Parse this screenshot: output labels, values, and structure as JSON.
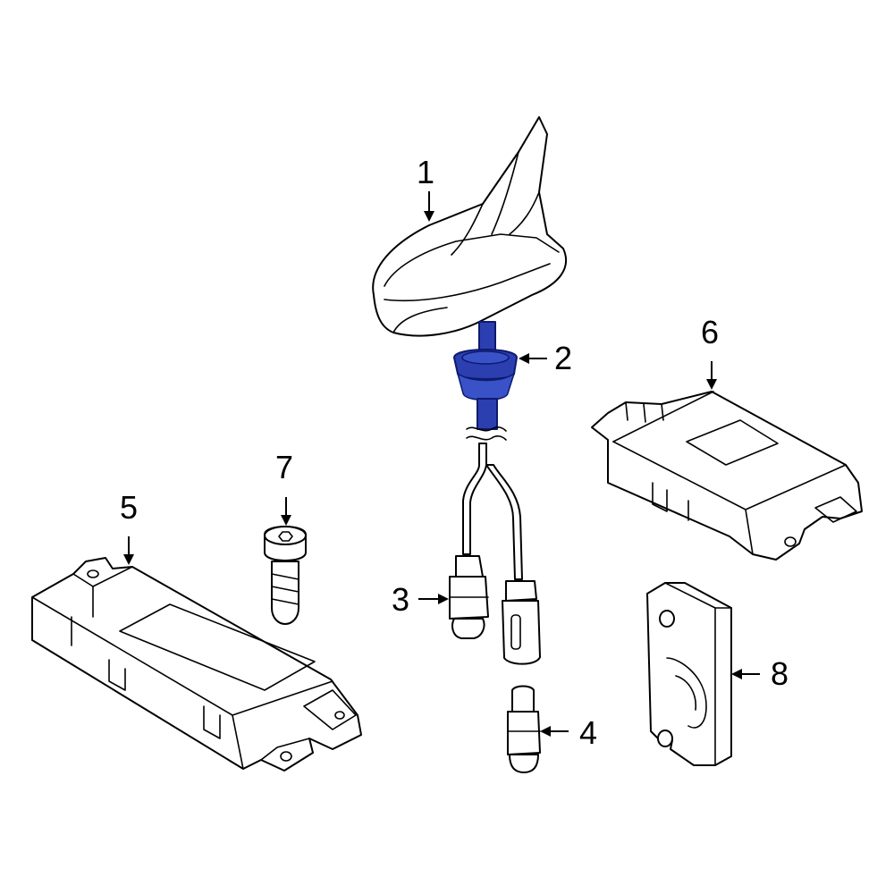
{
  "callouts": [
    {
      "id": "1",
      "label": "1"
    },
    {
      "id": "2",
      "label": "2"
    },
    {
      "id": "3",
      "label": "3"
    },
    {
      "id": "4",
      "label": "4"
    },
    {
      "id": "5",
      "label": "5"
    },
    {
      "id": "6",
      "label": "6"
    },
    {
      "id": "7",
      "label": "7"
    },
    {
      "id": "8",
      "label": "8"
    }
  ],
  "colors": {
    "highlight": "#2b3fb0",
    "line": "#000000",
    "background": "#ffffff"
  }
}
